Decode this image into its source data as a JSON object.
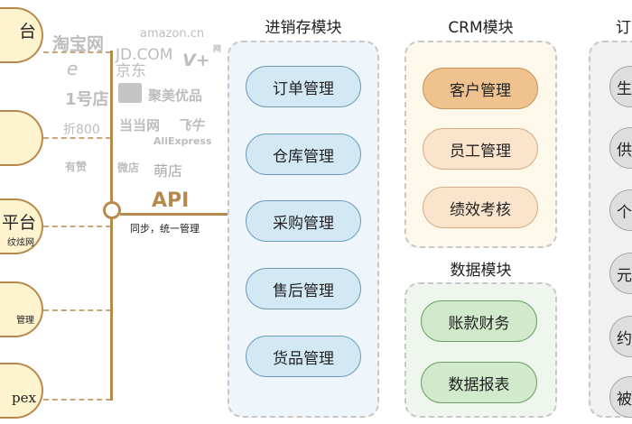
{
  "platforms": [
    {
      "label": "台",
      "sub": ""
    },
    {
      "label": "",
      "sub": ""
    },
    {
      "label": "平台",
      "sub": "纹炫网"
    },
    {
      "label": "",
      "sub": "管理"
    },
    {
      "label": "",
      "sub": "pex"
    }
  ],
  "logos": [
    "淘宝网",
    "amazon.cn",
    "JD.COM 京东",
    "V+",
    "网",
    "e",
    "1号店",
    "折800",
    "聚美优品",
    "当当网",
    "飞牛",
    "AliExpress",
    "有赞",
    "微店",
    "萌店"
  ],
  "api": {
    "label": "API",
    "caption": "同步，统一管理"
  },
  "modules": {
    "inventory": {
      "title": "进销存模块",
      "items": [
        "订单管理",
        "仓库管理",
        "采购管理",
        "售后管理",
        "货品管理"
      ]
    },
    "crm": {
      "title": "CRM模块",
      "items": [
        "客户管理",
        "员工管理",
        "绩效考核"
      ]
    },
    "data": {
      "title": "数据模块",
      "items": [
        "账款财务",
        "数据报表"
      ]
    },
    "other": {
      "title": "订",
      "items": [
        "生",
        "供",
        "个",
        "元",
        "约",
        "被"
      ]
    }
  },
  "colors": {
    "connector": "#b8894c",
    "inventory": "#d2e8f4",
    "crm_primary": "#efc28e",
    "crm": "#fae5cc",
    "data": "#d0eacb",
    "other": "#dedede"
  }
}
